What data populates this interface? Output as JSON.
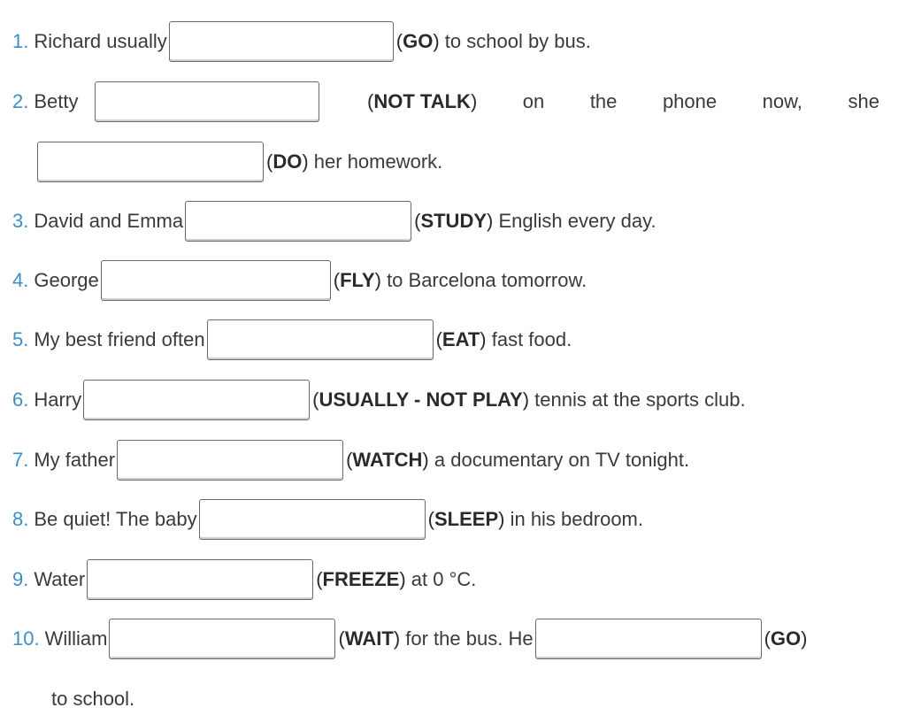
{
  "items": [
    {
      "num": "1.",
      "pre": "Richard usually",
      "verb": "GO",
      "post": "to school by bus."
    },
    {
      "num": "2.",
      "pre": "Betty",
      "verb": "NOT TALK",
      "post_words": [
        "on",
        "the",
        "phone",
        "now,",
        "she"
      ],
      "cont_verb": "DO",
      "cont_post": "her homework."
    },
    {
      "num": "3.",
      "pre": "David and Emma",
      "verb": "STUDY",
      "post": "English every day."
    },
    {
      "num": "4.",
      "pre": "George",
      "verb": "FLY",
      "post": "to Barcelona tomorrow."
    },
    {
      "num": "5.",
      "pre": "My best friend often",
      "verb": "EAT",
      "post": "fast food."
    },
    {
      "num": "6.",
      "pre": "Harry",
      "verb": "USUALLY - NOT PLAY",
      "post": "tennis at the sports club."
    },
    {
      "num": "7.",
      "pre": "My father",
      "verb": "WATCH",
      "post": "a documentary on TV tonight."
    },
    {
      "num": "8.",
      "pre": "Be quiet! The baby",
      "verb": "SLEEP",
      "post": "in his bedroom."
    },
    {
      "num": "9.",
      "pre": "Water",
      "verb": "FREEZE",
      "post": "at 0 °C."
    },
    {
      "num": "10.",
      "pre": "William",
      "verb": "WAIT",
      "mid": "for the bus. He",
      "verb2": "GO",
      "cont_post": "to school."
    }
  ]
}
